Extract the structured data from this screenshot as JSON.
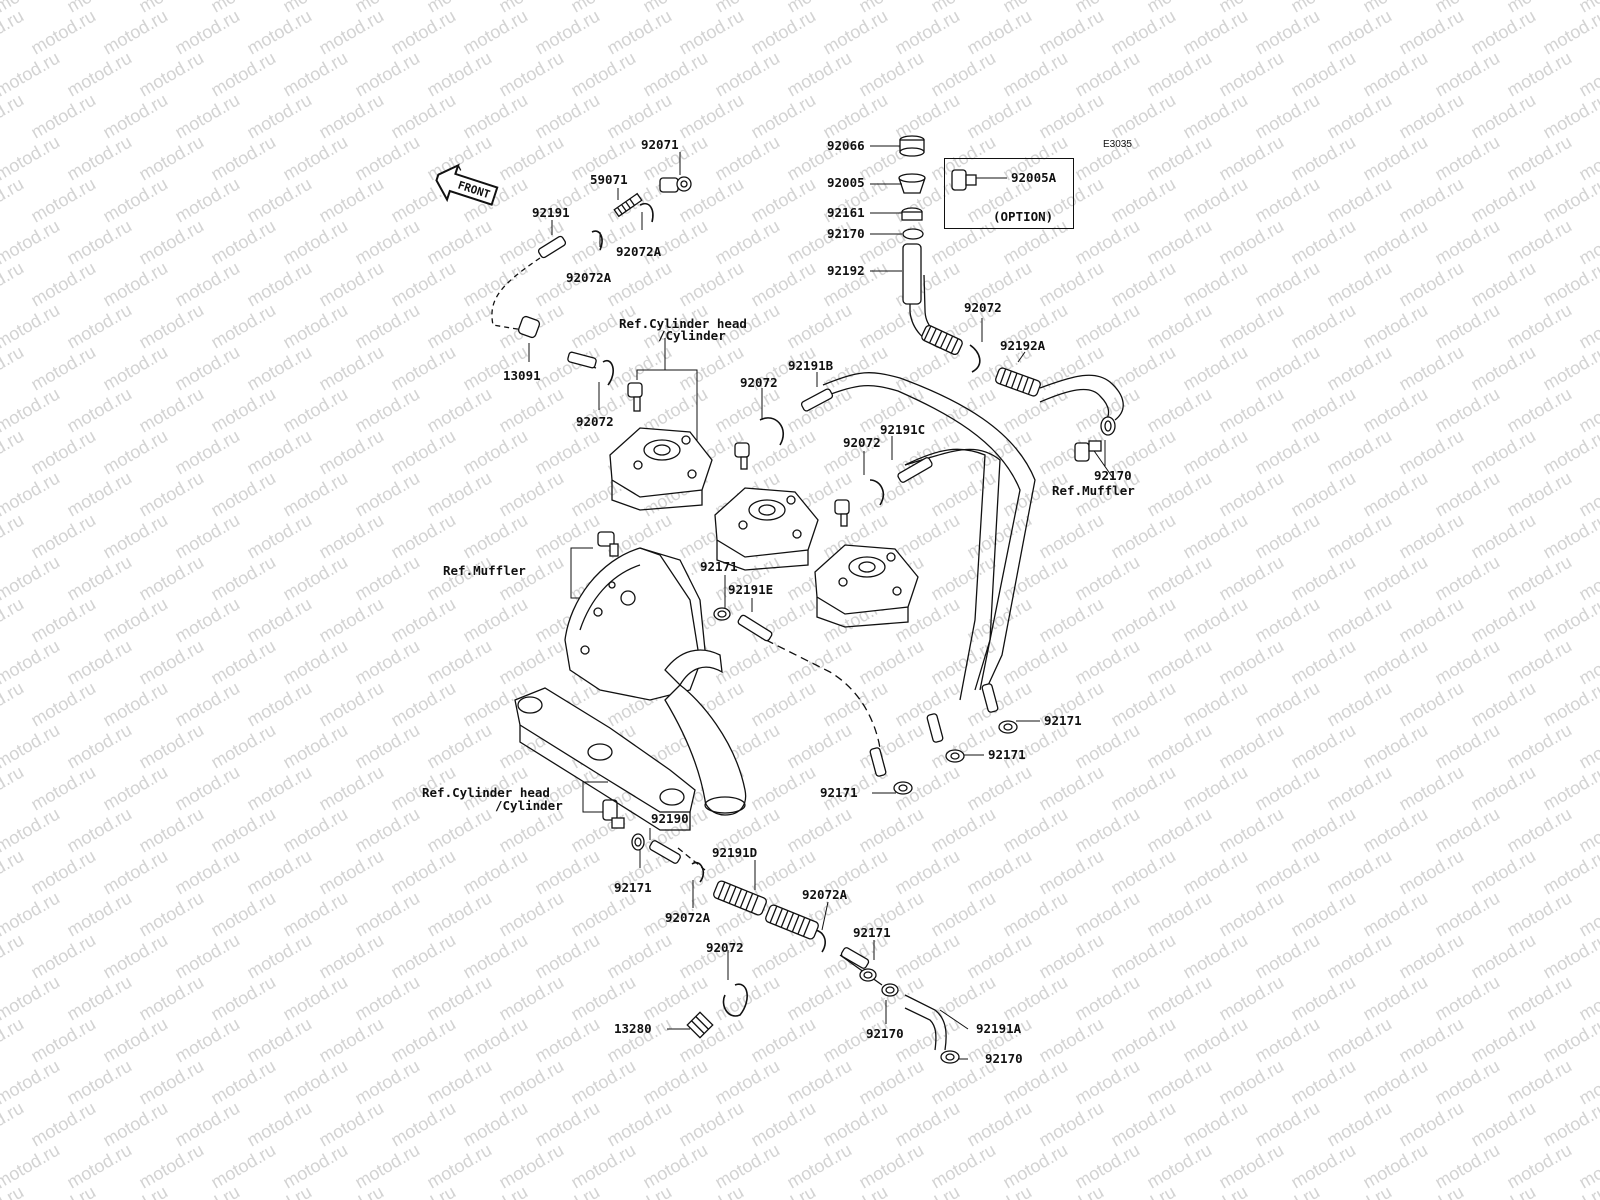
{
  "diagram_code": "E3035",
  "watermark_text": "motod.ru",
  "front_label": "FRONT",
  "option_label": "(OPTION)",
  "refs": {
    "cyl_head_top_line1": "Ref.Cylinder head",
    "cyl_head_top_line2": "/Cylinder",
    "cyl_head_bottom_line1": "Ref.Cylinder head",
    "cyl_head_bottom_line2": "/Cylinder",
    "muffler_left": "Ref.Muffler",
    "muffler_right": "Ref.Muffler"
  },
  "parts": {
    "p92071": "92071",
    "p59071": "59071",
    "p92191": "92191",
    "p92072A_a": "92072A",
    "p92072A_b": "92072A",
    "p13091": "13091",
    "p92072_a": "92072",
    "p92066": "92066",
    "p92005": "92005",
    "p92005A": "92005A",
    "p92161": "92161",
    "p92170_a": "92170",
    "p92192": "92192",
    "p92072_b": "92072",
    "p92192A": "92192A",
    "p92191B": "92191B",
    "p92072_c": "92072",
    "p92191C": "92191C",
    "p92072_d": "92072",
    "p92170_b": "92170",
    "p92171_a": "92171",
    "p92191E": "92191E",
    "p92171_b": "92171",
    "p92171_c": "92171",
    "p92171_d": "92171",
    "p92190": "92190",
    "p92191D": "92191D",
    "p92171_e": "92171",
    "p92072A_c": "92072A",
    "p92072A_d": "92072A",
    "p92171_f": "92171",
    "p92072_e": "92072",
    "p13280": "13280",
    "p92170_c": "92170",
    "p92191A": "92191A",
    "p92170_d": "92170"
  }
}
